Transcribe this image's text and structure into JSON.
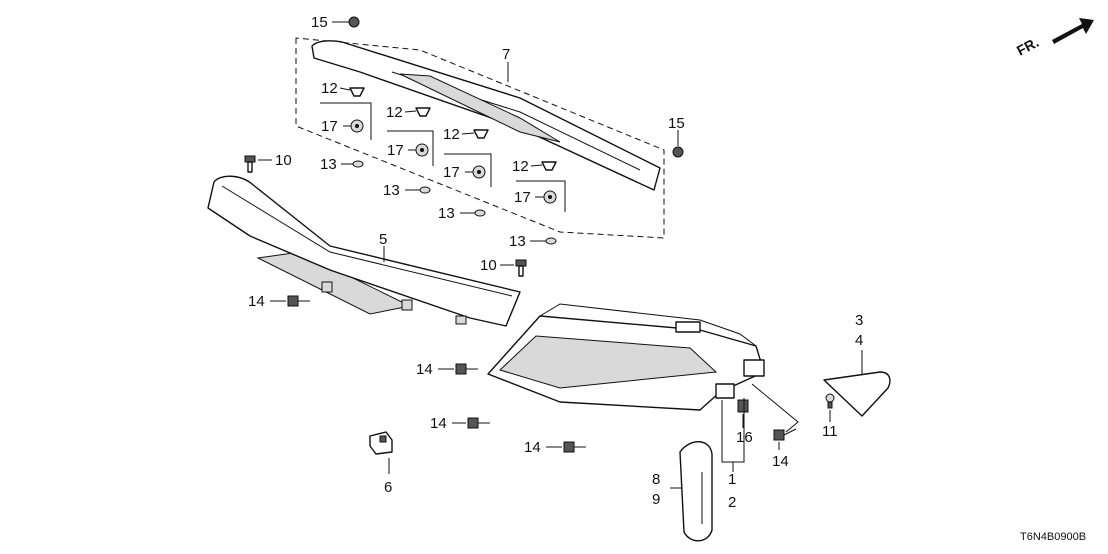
{
  "diagram": {
    "direction_label": "FR.",
    "diagram_code": "T6N4B0900B",
    "callouts": {
      "c1": "1",
      "c2": "2",
      "c3": "3",
      "c4": "4",
      "c5": "5",
      "c6": "6",
      "c7": "7",
      "c8": "8",
      "c9": "9",
      "c10a": "10",
      "c10b": "10",
      "c11": "11",
      "c12a": "12",
      "c12b": "12",
      "c12c": "12",
      "c12d": "12",
      "c13a": "13",
      "c13b": "13",
      "c13c": "13",
      "c13d": "13",
      "c14a": "14",
      "c14b": "14",
      "c14c": "14",
      "c14d": "14",
      "c14e": "14",
      "c15a": "15",
      "c15b": "15",
      "c16": "16",
      "c17a": "17",
      "c17b": "17",
      "c17c": "17",
      "c17d": "17"
    }
  }
}
